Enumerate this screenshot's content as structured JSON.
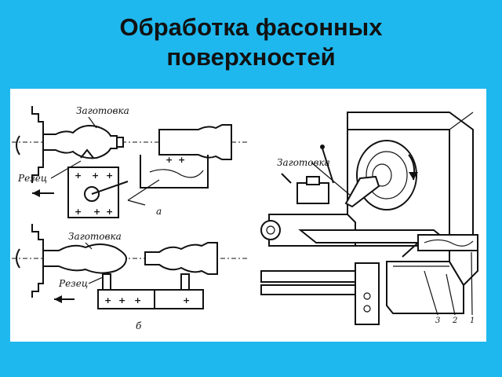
{
  "slide": {
    "title_line1": "Обработка фасонных",
    "title_line2": "поверхностей"
  },
  "figure": {
    "diagram_a": {
      "workpiece_label": "Заготовка",
      "cutter_label": "Резец",
      "letter": "а"
    },
    "diagram_b": {
      "workpiece_label": "Заготовка",
      "cutter_label": "Резец",
      "letter": "б"
    },
    "lathe": {
      "workpiece_label": "Заготовка",
      "part_numbers": [
        "3",
        "2",
        "1"
      ]
    }
  }
}
